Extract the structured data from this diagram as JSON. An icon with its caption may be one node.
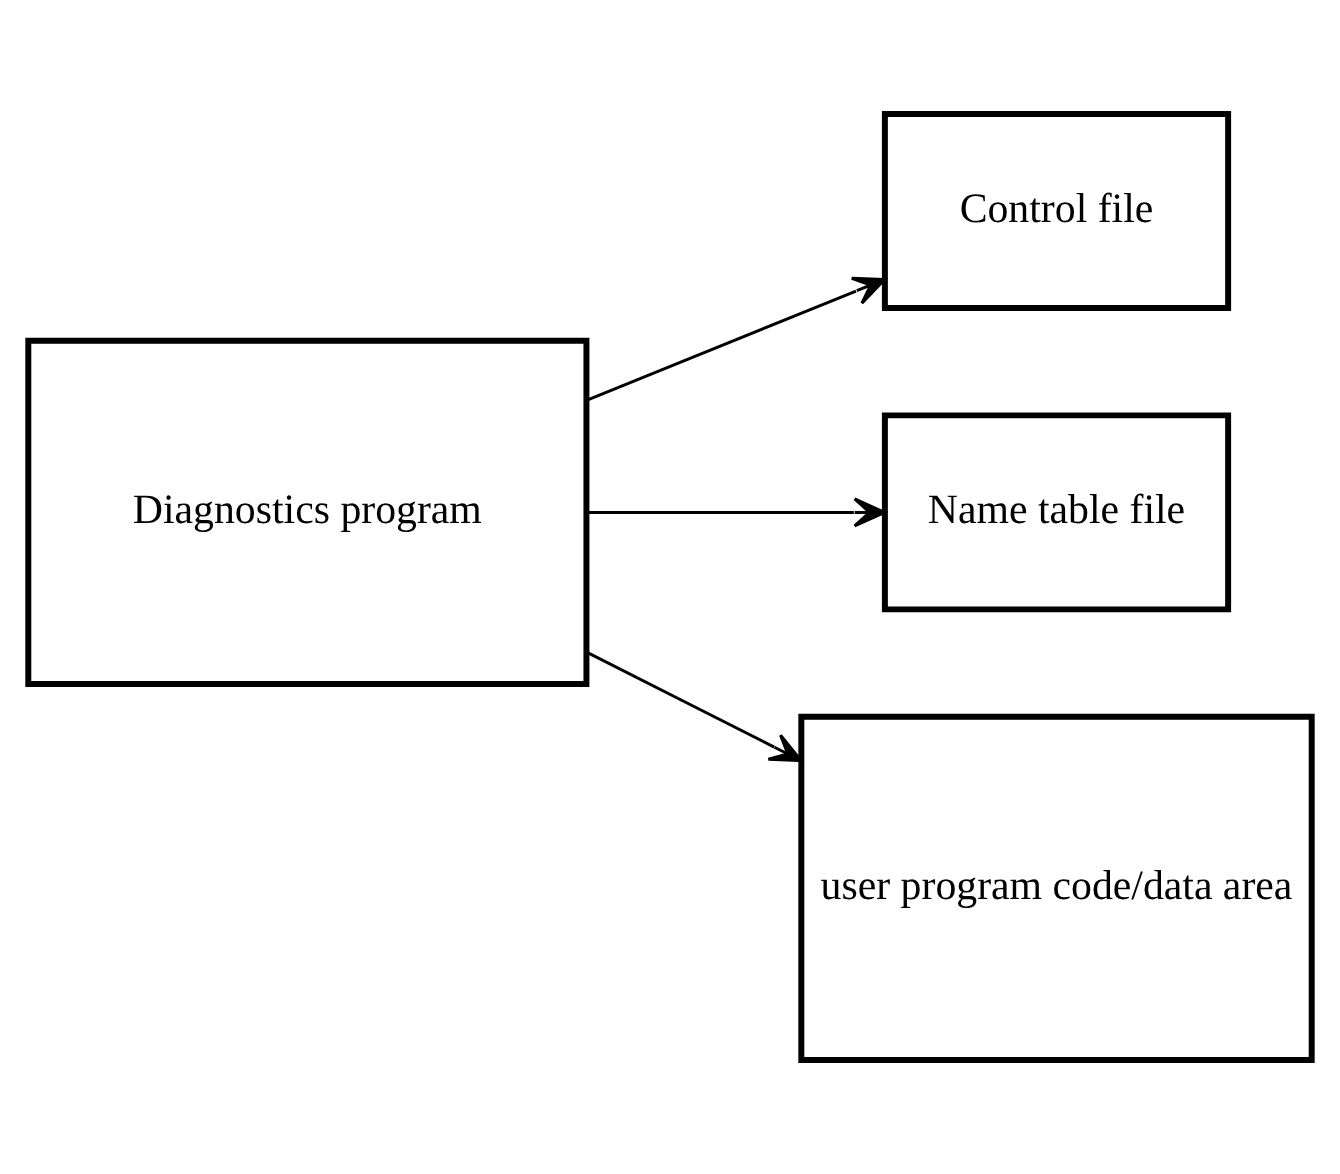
{
  "diagram": {
    "nodes": [
      {
        "text": [
          "Diagnostics program"
        ]
      },
      {
        "text": [
          "Control file"
        ]
      },
      {
        "text": [
          "Name table file"
        ]
      },
      {
        "text": [
          "user program code/data area"
        ]
      }
    ],
    "edges": [
      {
        "from": 0,
        "to": 1,
        "arrow": "to"
      },
      {
        "from": 0,
        "to": 2,
        "arrow": "to"
      },
      {
        "from": 0,
        "to": 3,
        "arrow": "to"
      }
    ]
  }
}
